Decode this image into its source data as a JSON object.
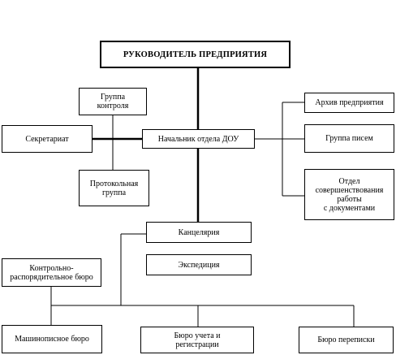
{
  "diagram": {
    "head": "РУКОВОДИТЕЛЬ ПРЕДПРИЯТИЯ",
    "control_group": "Группа\nконтроля",
    "secretariat": "Секретариат",
    "dou_head": "Начальник отдела ДОУ",
    "protocol_group": "Протокольная\nгруппа",
    "archive": "Архив предприятия",
    "letters_group": "Группа писем",
    "improvement_dept": "Отдел\nсовершенствования\nработы\nс документами",
    "chancery": "Канцелярия",
    "expedition": "Экспедиция",
    "control_bureau": "Контрольно-\nраспорядительное бюро",
    "typing_bureau": "Машинописное бюро",
    "registration_bureau": "Бюро учета и\nрегистрации",
    "correspondence_bureau": "Бюро переписки"
  }
}
